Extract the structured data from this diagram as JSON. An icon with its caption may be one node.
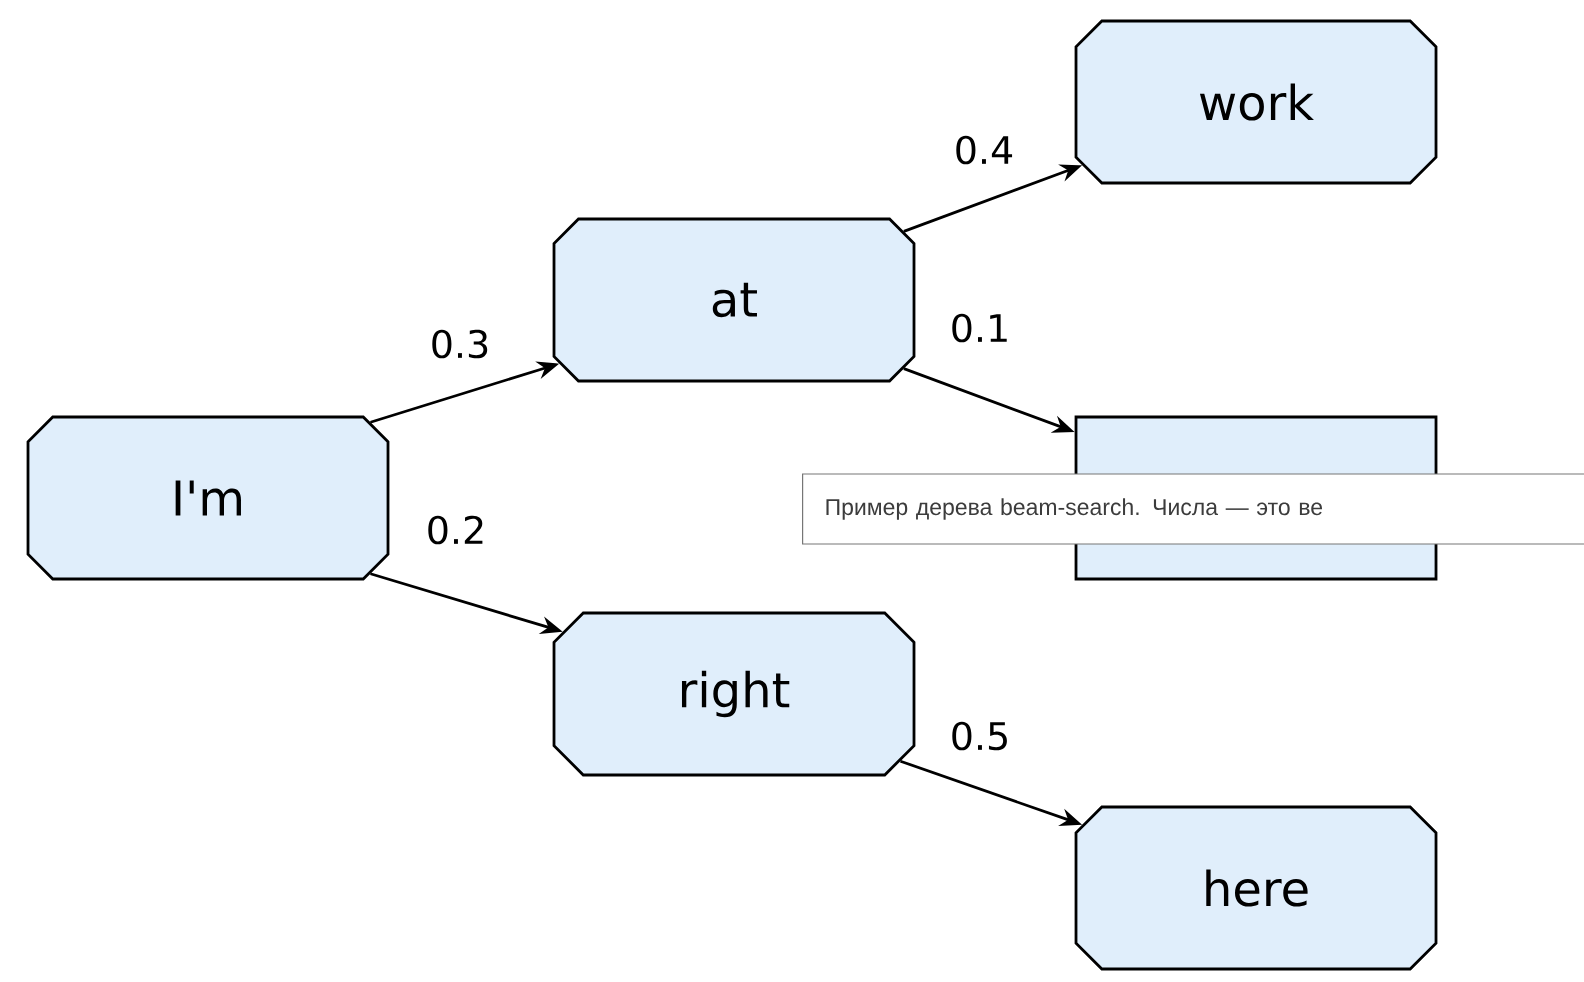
{
  "diagram": {
    "nodes": [
      {
        "text": [
          "I'm"
        ]
      },
      {
        "text": [
          "at"
        ]
      },
      {
        "text": [
          "work"
        ]
      },
      {
        "text": [],
        "shape": "octagon"
      },
      {
        "text": [
          "right"
        ]
      },
      {
        "text": [
          "here"
        ]
      }
    ],
    "edges": [
      {
        "from": 0,
        "to": 1,
        "arrow": "to",
        "label": "0.3"
      },
      {
        "from": 0,
        "to": 4,
        "arrow": "to",
        "label": "0.2"
      },
      {
        "from": 1,
        "to": 2,
        "arrow": "to",
        "label": "0.4"
      },
      {
        "from": 1,
        "to": 3,
        "arrow": "to",
        "label": "0.1"
      },
      {
        "from": 4,
        "to": 5,
        "arrow": "to",
        "label": "0.5"
      }
    ],
    "labels": [
      "Пример дерева beam-search. Числа — это ве"
    ]
  }
}
